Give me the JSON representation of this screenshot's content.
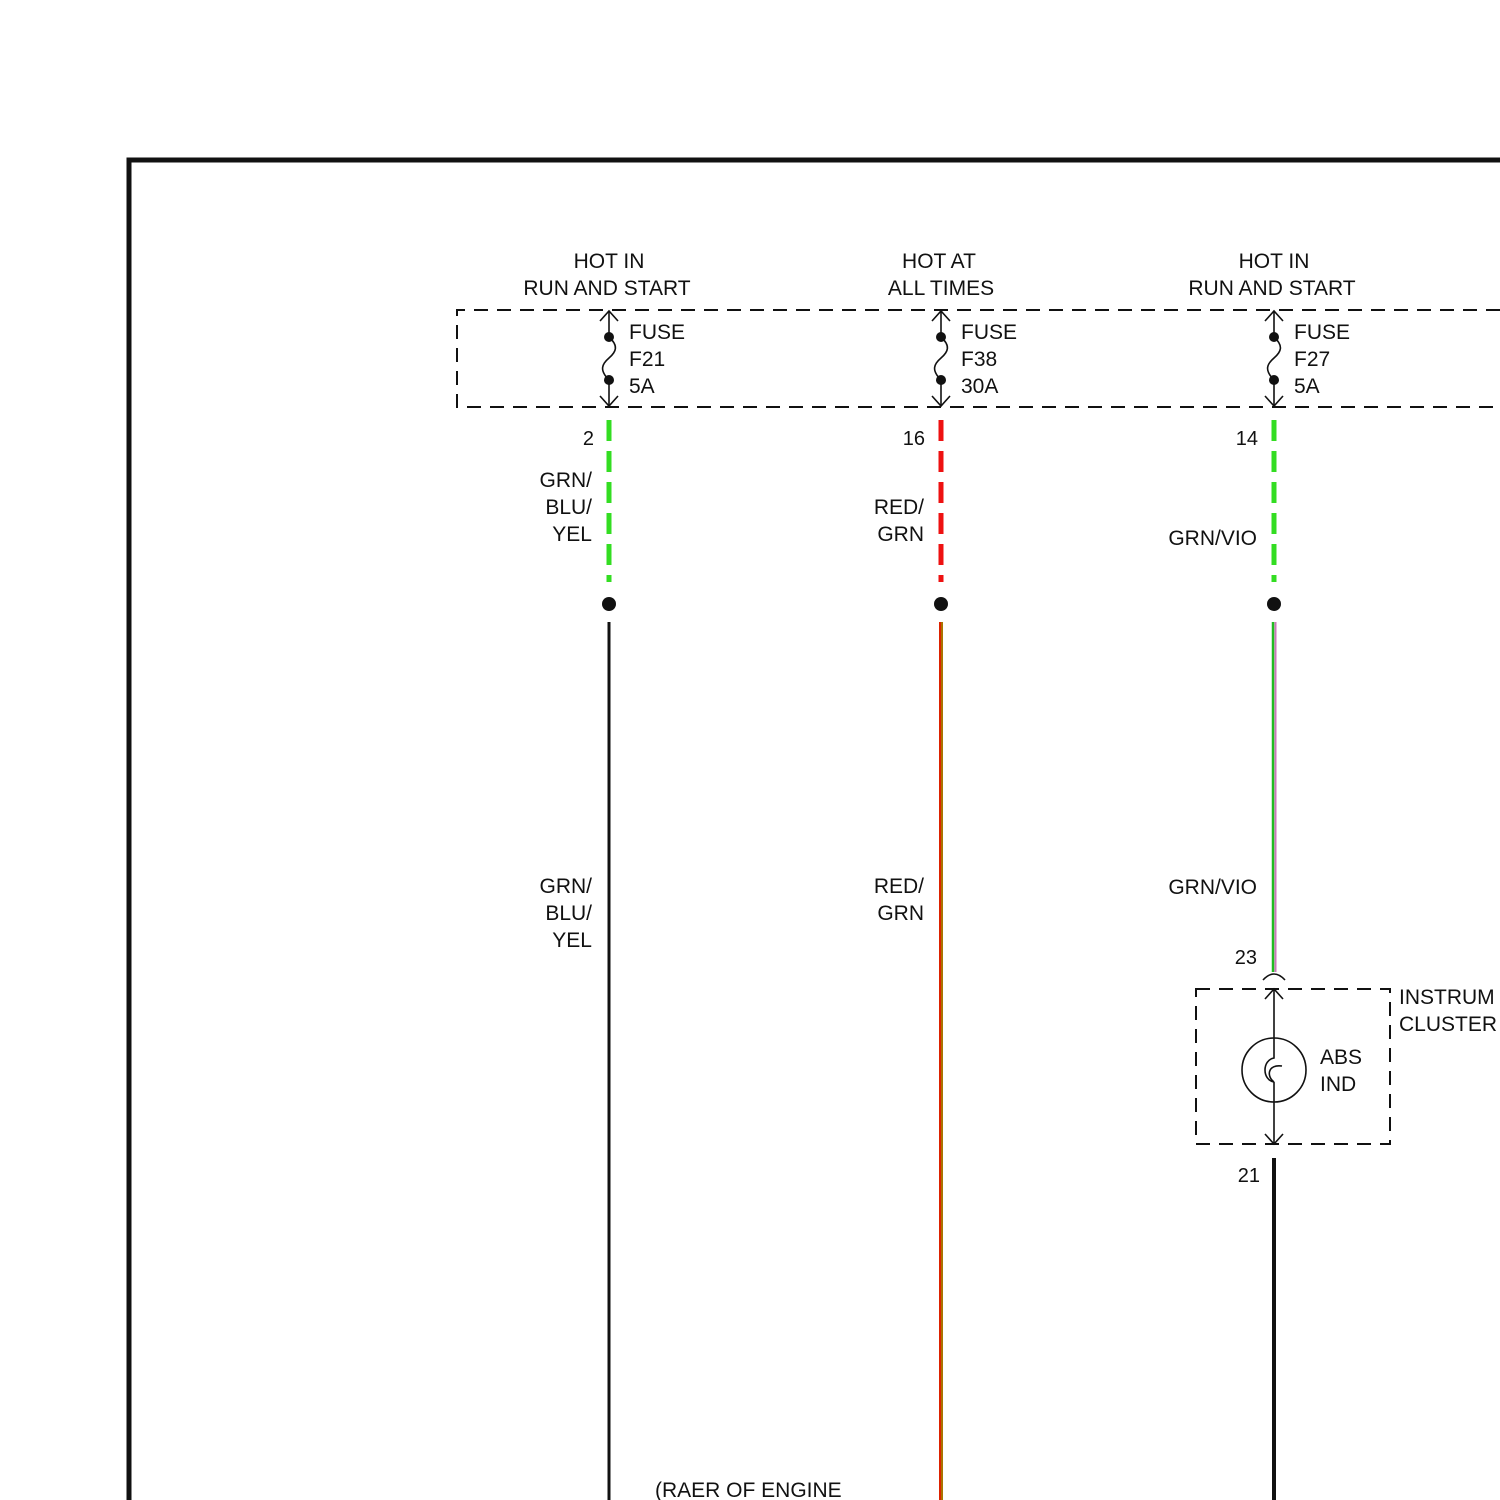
{
  "sources": [
    {
      "label_line1": "HOT IN",
      "label_line2": "RUN AND START"
    },
    {
      "label_line1": "HOT AT",
      "label_line2": "ALL TIMES"
    },
    {
      "label_line1": "HOT IN",
      "label_line2": "RUN AND START"
    }
  ],
  "fuses": [
    {
      "word": "FUSE",
      "id": "F21",
      "rating": "5A"
    },
    {
      "word": "FUSE",
      "id": "F38",
      "rating": "30A"
    },
    {
      "word": "FUSE",
      "id": "F27",
      "rating": "5A"
    }
  ],
  "circuits": [
    {
      "pin": "2",
      "color_label_upper": [
        "GRN/",
        "BLU/",
        "YEL"
      ],
      "color_label_lower": [
        "GRN/",
        "BLU/",
        "YEL"
      ]
    },
    {
      "pin": "16",
      "color_label_upper": [
        "RED/",
        "GRN"
      ],
      "color_label_lower": [
        "RED/",
        "GRN"
      ]
    },
    {
      "pin": "14",
      "color_label_upper": [
        "GRN/VIO"
      ],
      "color_label_lower": [
        "GRN/VIO"
      ]
    }
  ],
  "instrument_cluster": {
    "label_line1": "INSTRUM",
    "label_line2": "CLUSTER",
    "input_pin": "23",
    "output_pin": "21",
    "lamp_line1": "ABS",
    "lamp_line2": "IND"
  },
  "bottom_note": "(RAER OF ENGINE",
  "colors": {
    "frame": "#111111",
    "green_dash": "#33dd22",
    "red_dash": "#ee1111",
    "black_wire": "#111111",
    "red_wire": "#dd2200",
    "green_wire": "#22bb22",
    "yellow_stripe": "#d4c000",
    "violet_stripe": "#cc77bb"
  }
}
